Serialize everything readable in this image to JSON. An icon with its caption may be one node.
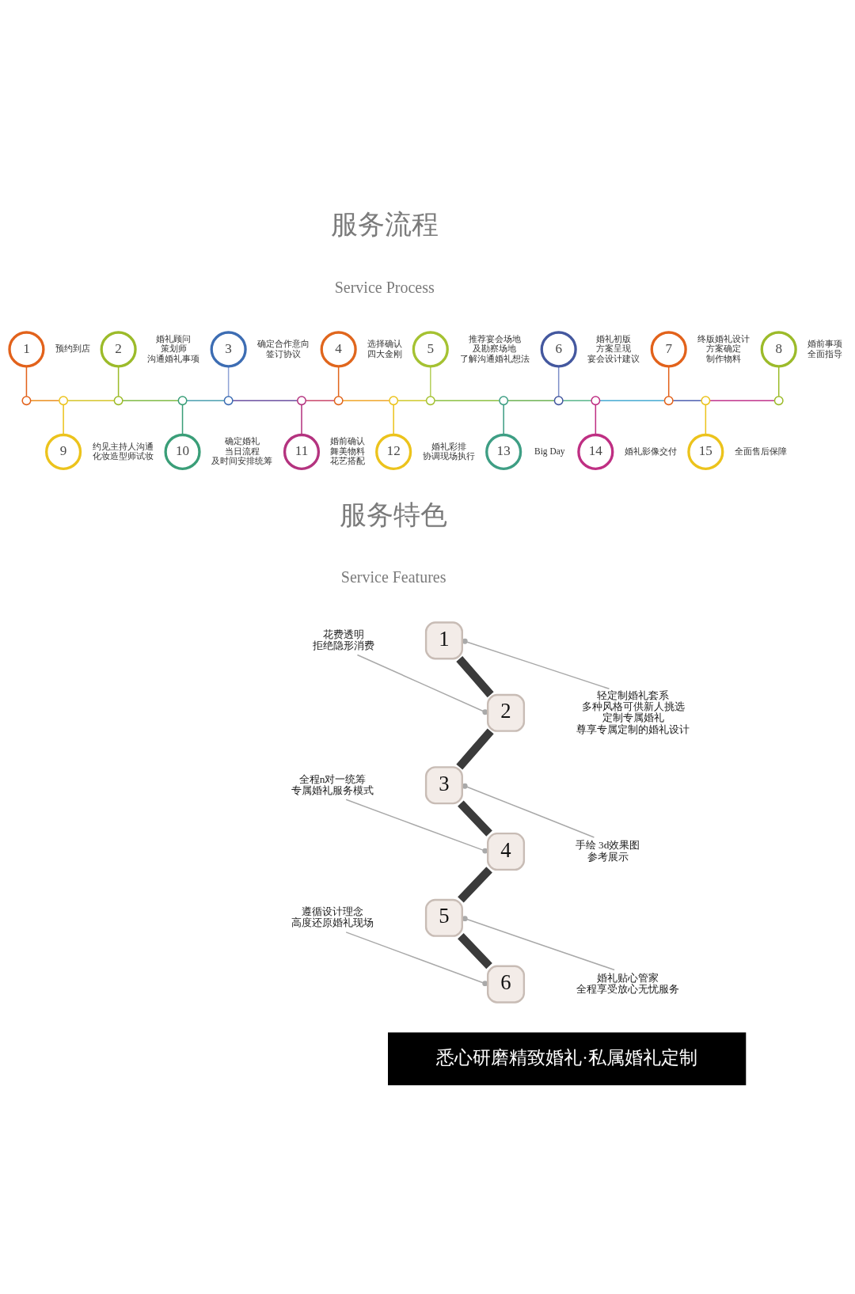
{
  "diagram": {
    "nodes": [
      {
        "text": [
          "1"
        ],
        "beside": [
          "预约到店"
        ]
      },
      {
        "text": [
          "2"
        ],
        "beside": [
          "婚礼顾问",
          "策划师",
          "沟通婚礼事项"
        ]
      },
      {
        "text": [
          "3"
        ],
        "beside": [
          "确定合作意向",
          "签订协议"
        ]
      },
      {
        "text": [
          "4"
        ],
        "beside": [
          "选择确认",
          "四大金刚"
        ]
      },
      {
        "text": [
          "5"
        ],
        "beside": [
          "推荐宴会场地",
          "及勘察场地",
          "了解沟通婚礼想法"
        ]
      },
      {
        "text": [
          "6"
        ],
        "beside": [
          "婚礼初版",
          "方案呈现",
          "宴会设计建议"
        ]
      },
      {
        "text": [
          "7"
        ],
        "beside": [
          "终版婚礼设计",
          "方案确定",
          "制作物料"
        ]
      },
      {
        "text": [
          "8"
        ],
        "beside": [
          "婚前事项",
          "全面指导"
        ]
      },
      {
        "text": [],
        "shape": "circle"
      },
      {
        "text": [],
        "shape": "circle"
      },
      {
        "text": [],
        "shape": "circle"
      },
      {
        "text": [],
        "shape": "circle"
      },
      {
        "text": [],
        "shape": "circle"
      },
      {
        "text": [],
        "shape": "circle"
      },
      {
        "text": [],
        "shape": "circle"
      },
      {
        "text": [],
        "shape": "circle"
      },
      {
        "text": [],
        "shape": "circle"
      },
      {
        "text": [],
        "shape": "circle"
      },
      {
        "text": [],
        "shape": "circle"
      },
      {
        "text": [],
        "shape": "circle"
      },
      {
        "text": [],
        "shape": "circle"
      },
      {
        "text": [],
        "shape": "circle"
      },
      {
        "text": [],
        "shape": "circle"
      },
      {
        "text": [
          "9"
        ],
        "beside": [
          "约见主持人沟通",
          "化妆造型师试妆"
        ]
      },
      {
        "text": [
          "10"
        ],
        "beside": [
          "确定婚礼",
          "当日流程",
          "及时间安排统筹"
        ]
      },
      {
        "text": [
          "11"
        ],
        "beside": [
          "婚前确认",
          "舞美物料",
          "花艺搭配"
        ]
      },
      {
        "text": [
          "12"
        ],
        "beside": [
          "婚礼彩排",
          "协调现场执行"
        ]
      },
      {
        "text": [
          "13"
        ],
        "beside": [
          "Big Day"
        ]
      },
      {
        "text": [
          "14"
        ],
        "beside": [
          "婚礼影像交付"
        ]
      },
      {
        "text": [
          "15"
        ],
        "beside": [
          "全面售后保障"
        ]
      },
      {
        "text": [
          "1"
        ]
      },
      {
        "text": [
          "2"
        ]
      },
      {
        "text": [
          "3"
        ]
      },
      {
        "text": [
          "4"
        ]
      },
      {
        "text": [
          "5"
        ]
      },
      {
        "text": [
          "6"
        ]
      },
      {
        "text": [
          "花费透明",
          "拒绝隐形消费"
        ]
      },
      {
        "text": [
          "轻定制婚礼套系",
          "多种风格可供新人挑选",
          "定制专属婚礼",
          "尊享专属定制的婚礼设计"
        ]
      },
      {
        "text": [
          "全程n对一统筹",
          "专属婚礼服务模式"
        ]
      },
      {
        "text": [
          "手绘 3d效果图",
          "参考展示"
        ]
      },
      {
        "text": [
          "遵循设计理念",
          "高度还原婚礼现场"
        ]
      },
      {
        "text": [
          "婚礼贴心管家",
          "全程享受放心无忧服务"
        ]
      }
    ],
    "edges": [
      {
        "from": 0,
        "to": 8,
        "arrow": "none",
        "color": "#e2621b"
      },
      {
        "from": 1,
        "to": 10,
        "arrow": "none",
        "color": "#9cbb2a"
      },
      {
        "from": 2,
        "to": 12,
        "arrow": "none",
        "color": "#8fa3d6"
      },
      {
        "from": 3,
        "to": 14,
        "arrow": "none",
        "color": "#e0661d"
      },
      {
        "from": 4,
        "to": 16,
        "arrow": "none",
        "color": "#b5cf5a"
      },
      {
        "from": 5,
        "to": 18,
        "arrow": "none",
        "color": "#7f90c8"
      },
      {
        "from": 6,
        "to": 20,
        "arrow": "none",
        "color": "#e2621b"
      },
      {
        "from": 7,
        "to": 22,
        "arrow": "none",
        "color": "#9cbb2a"
      },
      {
        "from": 8,
        "to": 9,
        "arrow": "none",
        "color": "#eb8f1f"
      },
      {
        "from": 9,
        "to": 10,
        "arrow": "none",
        "color": "#d6c52a"
      },
      {
        "from": 10,
        "to": 11,
        "arrow": "none",
        "color": "#7fba45"
      },
      {
        "from": 11,
        "to": 12,
        "arrow": "none",
        "color": "#4a9fb0"
      },
      {
        "from": 12,
        "to": 13,
        "arrow": "none",
        "color": "#6b4fa0"
      },
      {
        "from": 13,
        "to": 14,
        "arrow": "none",
        "color": "#c9466a"
      },
      {
        "from": 14,
        "to": 15,
        "arrow": "none",
        "color": "#efa52a"
      },
      {
        "from": 15,
        "to": 16,
        "arrow": "none",
        "color": "#cfc92c"
      },
      {
        "from": 16,
        "to": 17,
        "arrow": "none",
        "color": "#8cc042"
      },
      {
        "from": 17,
        "to": 18,
        "arrow": "none",
        "color": "#6db153"
      },
      {
        "from": 18,
        "to": 19,
        "arrow": "none",
        "color": "#58b58a"
      },
      {
        "from": 19,
        "to": 20,
        "arrow": "none",
        "color": "#45a9d2"
      },
      {
        "from": 20,
        "to": 21,
        "arrow": "none",
        "color": "#4c5fb0"
      },
      {
        "from": 21,
        "to": 22,
        "arrow": "none",
        "color": "#c0338c"
      },
      {
        "from": 9,
        "to": 23,
        "arrow": "none",
        "color": "#ecc31c"
      },
      {
        "from": 11,
        "to": 24,
        "arrow": "none",
        "color": "#3a9e78"
      },
      {
        "from": 13,
        "to": 25,
        "arrow": "none",
        "color": "#b4337f"
      },
      {
        "from": 15,
        "to": 26,
        "arrow": "none",
        "color": "#ecc31c"
      },
      {
        "from": 17,
        "to": 27,
        "arrow": "none",
        "color": "#3e9e84"
      },
      {
        "from": 19,
        "to": 28,
        "arrow": "none",
        "color": "#bf2f83"
      },
      {
        "from": 21,
        "to": 29,
        "arrow": "none",
        "color": "#ecc31c"
      },
      {
        "from": 30,
        "to": 31,
        "arrow": "none",
        "style": "thick",
        "color": "#3b3b3b"
      },
      {
        "from": 31,
        "to": 32,
        "arrow": "none",
        "style": "thick",
        "color": "#3b3b3b"
      },
      {
        "from": 32,
        "to": 33,
        "arrow": "none",
        "style": "thick",
        "color": "#3b3b3b"
      },
      {
        "from": 33,
        "to": 34,
        "arrow": "none",
        "style": "thick",
        "color": "#3b3b3b"
      },
      {
        "from": 34,
        "to": 35,
        "arrow": "none",
        "style": "thick",
        "color": "#3b3b3b"
      },
      {
        "from": 36,
        "to": 31,
        "arrow": "other",
        "color": "#a9a9a9"
      },
      {
        "from": 37,
        "to": 30,
        "arrow": "other",
        "color": "#a9a9a9"
      },
      {
        "from": 38,
        "to": 33,
        "arrow": "other",
        "color": "#a9a9a9"
      },
      {
        "from": 39,
        "to": 32,
        "arrow": "other",
        "color": "#a9a9a9"
      },
      {
        "from": 40,
        "to": 35,
        "arrow": "other",
        "color": "#a9a9a9"
      },
      {
        "from": 41,
        "to": 34,
        "arrow": "other",
        "color": "#a9a9a9"
      }
    ],
    "labels": [
      "服务流程",
      "Service Process",
      "服务特色",
      "Service Features",
      "悉心研磨精致婚礼·私属婚礼定制"
    ]
  }
}
